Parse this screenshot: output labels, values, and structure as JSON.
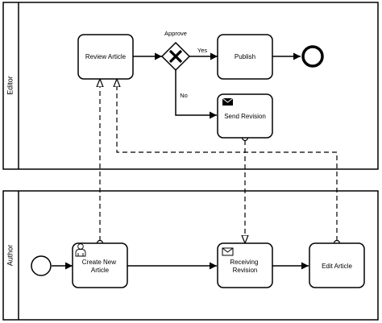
{
  "lanes": {
    "editor": "Editor",
    "author": "Author"
  },
  "tasks": {
    "review_article": [
      "Review Article"
    ],
    "publish": [
      "Publish"
    ],
    "send_revision": [
      "Send Revision"
    ],
    "create_new_article": [
      "Create New",
      "Article"
    ],
    "receiving_revision": [
      "Receiving",
      "Revision"
    ],
    "edit_article": [
      "Edit Article"
    ]
  },
  "gateway": {
    "label": "Approve",
    "yes": "Yes",
    "no": "No"
  },
  "colors": {
    "stroke": "#000000",
    "fill": "#ffffff"
  }
}
